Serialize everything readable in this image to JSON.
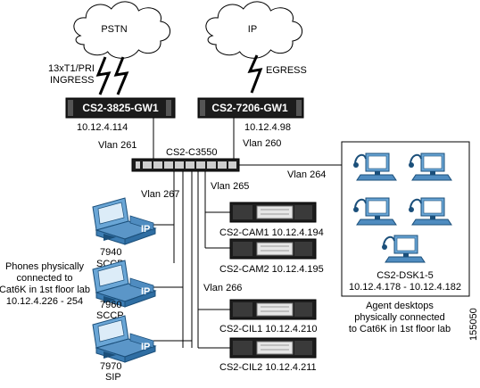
{
  "clouds": {
    "pstn": "PSTN",
    "ip": "IP"
  },
  "links": {
    "ingress_line1": "13xT1/PRI",
    "ingress_line2": "INGRESS",
    "egress": "EGRESS"
  },
  "routers": {
    "gw1": {
      "name": "CS2-3825-GW1",
      "ip": "10.12.4.114"
    },
    "gw2": {
      "name": "CS2-7206-GW1",
      "ip": "10.12.4.98"
    }
  },
  "switch": {
    "name": "CS2-C3550"
  },
  "vlans": {
    "v261": "Vlan 261",
    "v260": "Vlan 260",
    "v264": "Vlan 264",
    "v265": "Vlan 265",
    "v266": "Vlan 266",
    "v267": "Vlan 267"
  },
  "servers": {
    "cam1": "CS2-CAM1 10.12.4.194",
    "cam2": "CS2-CAM2 10.12.4.195",
    "cil1": "CS2-CIL1 10.12.4.210",
    "cil2": "CS2-CIL2 10.12.4.211"
  },
  "phones": {
    "p1": {
      "model": "7940",
      "proto": "SCCP"
    },
    "p2": {
      "model": "7960",
      "proto": "SCCP"
    },
    "p3": {
      "model": "7970",
      "proto": "SIP"
    },
    "ip_badge": "IP"
  },
  "phones_note": [
    "Phones physically",
    "connected to",
    "Cat6K in 1st floor lab",
    "10.12.4.226 - 254"
  ],
  "desktops": {
    "name": "CS2-DSK1-5",
    "range": "10.12.4.178 - 10.12.4.182"
  },
  "desktops_note": [
    "Agent desktops",
    "physically connected",
    "to Cat6K in 1st floor lab"
  ],
  "figure_id": "155050"
}
